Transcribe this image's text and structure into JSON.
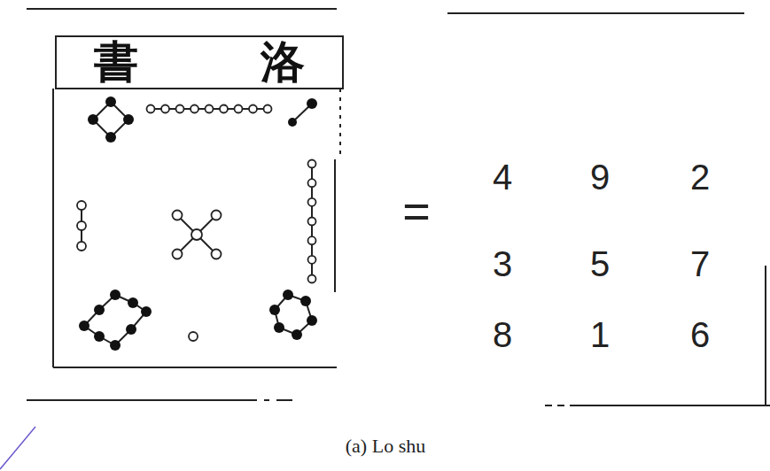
{
  "diagram": {
    "caption": "(a) Lo shu",
    "nodes": [
      {
        "text": [
          "書 洛"
        ]
      }
    ],
    "labels": [
      "=",
      "4",
      "9",
      "2",
      "3",
      "5",
      "7",
      "8",
      "1",
      "6"
    ]
  }
}
